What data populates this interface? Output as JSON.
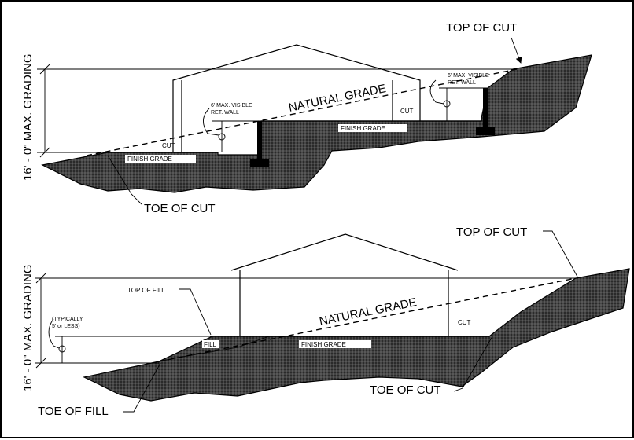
{
  "diagram": {
    "top": {
      "max_grading": "16' - 0\" MAX. GRADING",
      "natural_grade": "NATURAL GRADE",
      "top_of_cut": "TOP OF CUT",
      "toe_of_cut": "TOE OF CUT",
      "finish_grade_left": "FINISH   GRADE",
      "finish_grade_right": "FINISH   GRADE",
      "cut_left": "CUT",
      "cut_right": "CUT",
      "wall_note_left_line1": "6' MAX. VISIBLE",
      "wall_note_left_line2": "RET. WALL",
      "wall_note_right_line1": "6' MAX. VISIBLE",
      "wall_note_right_line2": "RET. WALL"
    },
    "bottom": {
      "max_grading": "16' - 0\" MAX. GRADING",
      "natural_grade": "NATURAL GRADE",
      "top_of_cut": "TOP OF CUT",
      "toe_of_cut": "TOE OF CUT",
      "top_of_fill": "TOP OF FILL",
      "toe_of_fill": "TOE OF FILL",
      "finish_grade": "FINISH    GRADE",
      "fill": "FILL",
      "cut": "CUT",
      "typical_line1": "(TYPICALLY",
      "typical_line2": "5' or LESS)"
    }
  }
}
